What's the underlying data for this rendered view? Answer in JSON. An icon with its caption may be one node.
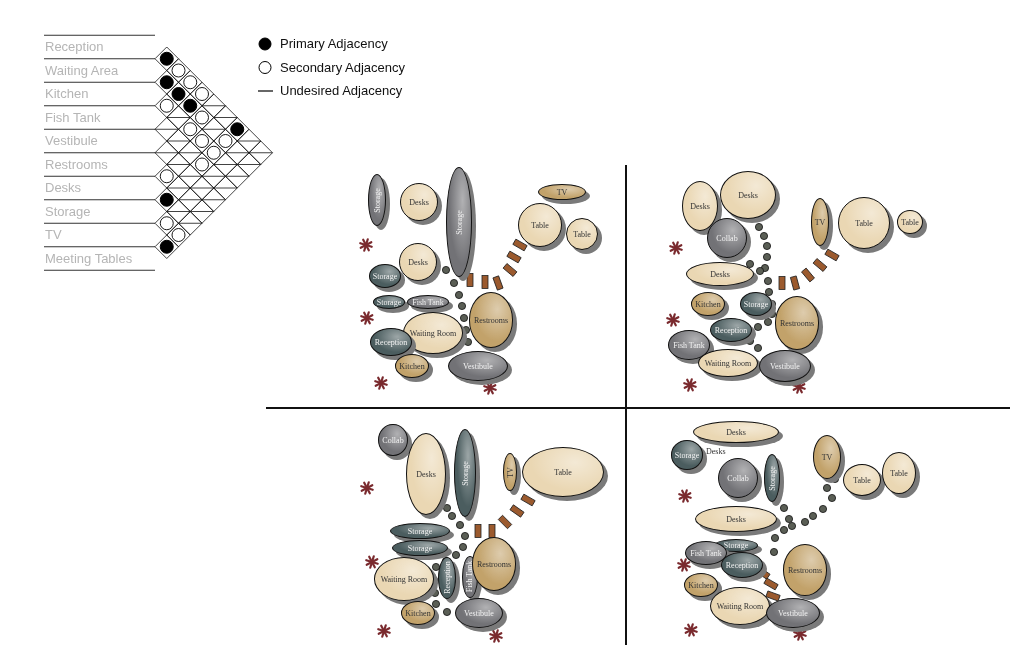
{
  "diagram": {
    "nodes": [
      {
        "text": [
          "Storage"
        ]
      },
      {
        "text": [
          "Desks"
        ]
      },
      {
        "text": [
          "Storage"
        ]
      },
      {
        "text": [
          "TV"
        ]
      },
      {
        "text": [
          "Table"
        ]
      },
      {
        "text": [
          "Table"
        ]
      },
      {
        "text": [
          "Desks"
        ]
      },
      {
        "text": [
          "Storage"
        ]
      },
      {
        "text": [
          "Storage"
        ]
      },
      {
        "text": [
          "Fish Tank"
        ]
      },
      {
        "text": [
          "Restrooms"
        ]
      },
      {
        "text": [
          "Waiting Room"
        ]
      },
      {
        "text": [
          "Reception"
        ]
      },
      {
        "text": [
          "Kitchen"
        ]
      },
      {
        "text": [
          "Vestibule"
        ]
      },
      {
        "text": [
          "Desks"
        ]
      },
      {
        "text": [
          "Desks"
        ]
      },
      {
        "text": [
          "Collab"
        ]
      },
      {
        "text": [
          "TV"
        ]
      },
      {
        "text": [
          "Table"
        ]
      },
      {
        "text": [
          "Table"
        ]
      },
      {
        "text": [
          "Desks"
        ]
      },
      {
        "text": [
          "Kitchen"
        ]
      },
      {
        "text": [
          "Storage"
        ]
      },
      {
        "text": [
          "Reception"
        ]
      },
      {
        "text": [
          "Restrooms"
        ]
      },
      {
        "text": [
          "Fish Tank"
        ]
      },
      {
        "text": [
          "Waiting Room"
        ]
      },
      {
        "text": [
          "Vestibule"
        ]
      },
      {
        "text": [
          "Collab"
        ]
      },
      {
        "text": [
          "Desks"
        ]
      },
      {
        "text": [
          "Storage"
        ]
      },
      {
        "text": [
          "TV"
        ]
      },
      {
        "text": [
          "Table"
        ]
      },
      {
        "text": [
          "Storage"
        ]
      },
      {
        "text": [
          "Storage"
        ]
      },
      {
        "text": [
          "Waiting Room"
        ]
      },
      {
        "text": [
          "Reception"
        ]
      },
      {
        "text": [
          "Fish Tank"
        ]
      },
      {
        "text": [
          "Restrooms"
        ]
      },
      {
        "text": [
          "Kitchen"
        ]
      },
      {
        "text": [
          "Vestibule"
        ]
      },
      {
        "text": [
          "Desks"
        ]
      },
      {
        "text": [
          "Storage"
        ]
      },
      {
        "text": [
          "Collab"
        ]
      },
      {
        "text": [
          "Storage"
        ]
      },
      {
        "text": [
          "TV"
        ]
      },
      {
        "text": [
          "Table"
        ]
      },
      {
        "text": [
          "Table"
        ]
      },
      {
        "text": [
          "Desks"
        ]
      },
      {
        "text": [
          "Storage"
        ]
      },
      {
        "text": [
          "Fish Tank"
        ]
      },
      {
        "text": [
          "Reception"
        ]
      },
      {
        "text": [
          "Restrooms"
        ]
      },
      {
        "text": [
          "Kitchen"
        ]
      },
      {
        "text": [
          "Waiting Room"
        ]
      },
      {
        "text": [
          "Vestibule"
        ]
      }
    ],
    "edges": [],
    "labels": [
      "Reception",
      "Waiting Area",
      "Kitchen",
      "Fish Tank",
      "Vestibule",
      "Restrooms",
      "Desks",
      "Storage",
      "TV",
      "Meeting Tables",
      "Desks"
    ],
    "legend": [
      {
        "text": "Primary Adjacency"
      },
      {
        "text": "Secondary Adjacency"
      },
      {
        "text": "Undesired Adjacency"
      }
    ]
  }
}
